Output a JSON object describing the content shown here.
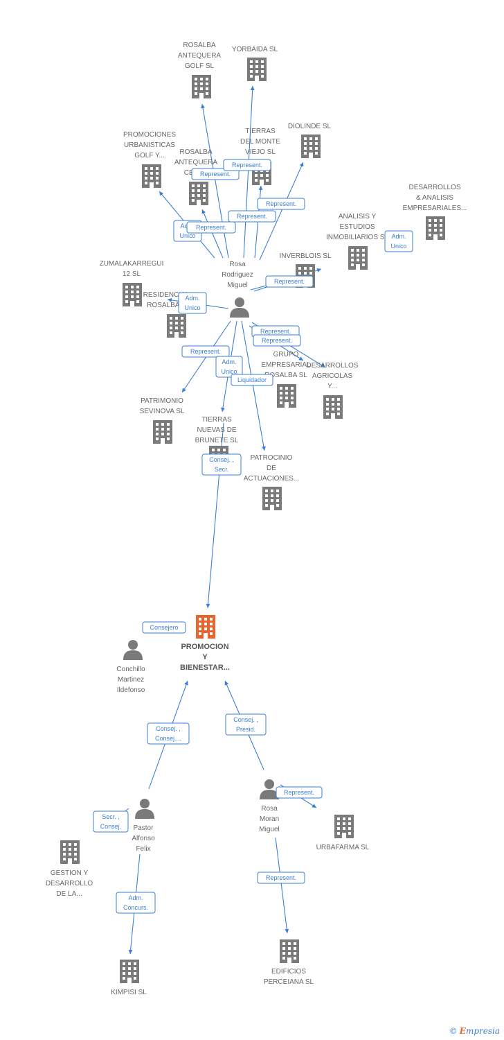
{
  "colors": {
    "edge": "#3a7fd5",
    "node": "#7a7a7a",
    "focal": "#e8642c"
  },
  "nodes": [
    {
      "id": "rosalba_golf",
      "type": "company",
      "lines": [
        "ROSALBA",
        "ANTEQUERA",
        "GOLF SL"
      ]
    },
    {
      "id": "yorbaida",
      "type": "company",
      "lines": [
        "YORBAIDA SL"
      ]
    },
    {
      "id": "diolinde",
      "type": "company",
      "lines": [
        "DIOLINDE SL"
      ]
    },
    {
      "id": "tierras_monte",
      "type": "company",
      "lines": [
        "TIERRAS",
        "DEL MONTE",
        "VIEJO SL"
      ]
    },
    {
      "id": "promo_urb",
      "type": "company",
      "lines": [
        "PROMOCIONES",
        "URBANISTICAS",
        "GOLF Y..."
      ]
    },
    {
      "id": "rosalba_cent",
      "type": "company",
      "lines": [
        "ROSALBA",
        "ANTEQUERA",
        "CENT..."
      ]
    },
    {
      "id": "desarrollos_analisis",
      "type": "company",
      "lines": [
        "DESARROLLOS",
        "& ANALISIS",
        "EMPRESARIALES..."
      ]
    },
    {
      "id": "analisis_estudios",
      "type": "company",
      "lines": [
        "ANALISIS Y",
        "ESTUDIOS",
        "INMOBILIARIOS SL"
      ]
    },
    {
      "id": "zumalakarregui",
      "type": "company",
      "lines": [
        "ZUMALAKARREGUI",
        "12 SL"
      ]
    },
    {
      "id": "inverblois",
      "type": "company",
      "lines": [
        "INVERBLOIS SL"
      ]
    },
    {
      "id": "resid_rosal",
      "type": "company",
      "lines": [
        "RESIDENCIAL",
        "ROSALBA..."
      ]
    },
    {
      "id": "grupo_rosalba",
      "type": "company",
      "lines": [
        "GRUPO",
        "EMPRESARIAL",
        "ROSALBA SL"
      ]
    },
    {
      "id": "desarrollos_agricolas",
      "type": "company",
      "lines": [
        "DESARROLLOS",
        "AGRICOLAS",
        "Y..."
      ]
    },
    {
      "id": "patrimonio",
      "type": "company",
      "lines": [
        "PATRIMONIO",
        "SEVINOVA SL"
      ]
    },
    {
      "id": "tierras_nuevas",
      "type": "company",
      "lines": [
        "TIERRAS",
        "NUEVAS DE",
        "BRUNETE SL"
      ]
    },
    {
      "id": "patrocinio",
      "type": "company",
      "lines": [
        "PATROCINIO",
        "DE",
        "ACTUACIONES..."
      ]
    },
    {
      "id": "rosa_rodriguez",
      "type": "person",
      "lines": [
        "Rosa",
        "Rodriguez",
        "Miguel"
      ]
    },
    {
      "id": "focal",
      "type": "focal",
      "lines": [
        "PROMOCION",
        "Y",
        "BIENESTAR..."
      ]
    },
    {
      "id": "conchillo",
      "type": "person",
      "lines": [
        "Conchillo",
        "Martinez",
        "Ildefonso"
      ]
    },
    {
      "id": "pastor",
      "type": "person",
      "lines": [
        "Pastor",
        "Alfonso",
        "Felix"
      ]
    },
    {
      "id": "rosa_moran",
      "type": "person",
      "lines": [
        "Rosa",
        "Moran",
        "Miguel"
      ]
    },
    {
      "id": "urbafarma",
      "type": "company",
      "lines": [
        "URBAFARMA SL"
      ]
    },
    {
      "id": "gestion",
      "type": "company",
      "lines": [
        "GESTION Y",
        "DESARROLLO",
        "DE LA..."
      ]
    },
    {
      "id": "kimpisi",
      "type": "company",
      "lines": [
        "KIMPISI SL"
      ]
    },
    {
      "id": "edificios",
      "type": "company",
      "lines": [
        "EDIFICIOS",
        "PERCEIANA SL"
      ]
    }
  ],
  "relations": [
    {
      "from": "rosa_rodriguez",
      "to": "rosalba_golf",
      "lines": [
        "Represent."
      ]
    },
    {
      "from": "rosa_rodriguez",
      "to": "yorbaida",
      "lines": [
        "Represent."
      ]
    },
    {
      "from": "rosa_rodriguez",
      "to": "tierras_monte",
      "lines": [
        "Represent."
      ]
    },
    {
      "from": "rosa_rodriguez",
      "to": "diolinde",
      "lines": [
        "Represent."
      ]
    },
    {
      "from": "rosa_rodriguez",
      "to": "promo_urb",
      "lines": [
        "Adm.",
        "Unico"
      ]
    },
    {
      "from": "rosa_rodriguez",
      "to": "rosalba_cent",
      "lines": [
        "Represent."
      ]
    },
    {
      "from": "rosa_rodriguez",
      "to": "analisis_estudios",
      "lines": [
        "Adm.",
        "Unico"
      ]
    },
    {
      "from": "rosa_rodriguez",
      "to": "inverblois",
      "lines": [
        "Represent."
      ]
    },
    {
      "from": "rosa_rodriguez",
      "to": "resid_rosal",
      "lines": [
        "Adm.",
        "Unico"
      ]
    },
    {
      "from": "rosa_rodriguez",
      "to": "grupo_rosalba",
      "lines": [
        "Represent."
      ]
    },
    {
      "from": "rosa_rodriguez",
      "to": "desarrollos_agricolas",
      "lines": [
        "Represent."
      ]
    },
    {
      "from": "rosa_rodriguez",
      "to": "patrimonio",
      "lines": [
        "Represent."
      ]
    },
    {
      "from": "rosa_rodriguez",
      "to": "tierras_nuevas",
      "lines": [
        "Adm.",
        "Unico"
      ]
    },
    {
      "from": "rosa_rodriguez",
      "to": "patrocinio",
      "lines": [
        "Liquidador"
      ]
    },
    {
      "from": "rosa_rodriguez",
      "to": "focal",
      "lines": [
        "Consej. ,",
        "Secr."
      ]
    },
    {
      "from": "conchillo",
      "to": "focal",
      "lines": [
        "Consejero"
      ]
    },
    {
      "from": "pastor",
      "to": "focal",
      "lines": [
        "Consej. ,",
        "Consej...."
      ]
    },
    {
      "from": "rosa_moran",
      "to": "focal",
      "lines": [
        "Consej. ,",
        "Presid."
      ]
    },
    {
      "from": "pastor",
      "to": "gestion",
      "lines": [
        "Secr. ,",
        "Consej."
      ]
    },
    {
      "from": "pastor",
      "to": "kimpisi",
      "lines": [
        "Adm.",
        "Concurs."
      ]
    },
    {
      "from": "rosa_moran",
      "to": "urbafarma",
      "lines": [
        "Represent."
      ]
    },
    {
      "from": "rosa_moran",
      "to": "edificios",
      "lines": [
        "Represent."
      ]
    }
  ],
  "brand": {
    "copyright": "©",
    "name_initial": "E",
    "name_rest": "mpresia"
  }
}
